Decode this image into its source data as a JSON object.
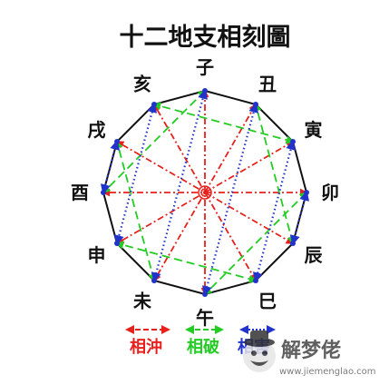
{
  "title": "十二地支相刻圖",
  "branches": [
    "子",
    "丑",
    "寅",
    "卯",
    "辰",
    "巳",
    "午",
    "未",
    "申",
    "酉",
    "戌",
    "亥"
  ],
  "relations": {
    "chong": {
      "color": "#e8201c",
      "pairs": [
        [
          "子",
          "午"
        ],
        [
          "丑",
          "未"
        ],
        [
          "寅",
          "申"
        ],
        [
          "卯",
          "酉"
        ],
        [
          "辰",
          "戌"
        ],
        [
          "巳",
          "亥"
        ]
      ]
    },
    "po": {
      "color": "#22cc22",
      "pairs": [
        [
          "子",
          "酉"
        ],
        [
          "卯",
          "午"
        ],
        [
          "辰",
          "丑"
        ],
        [
          "未",
          "戌"
        ],
        [
          "寅",
          "亥"
        ],
        [
          "巳",
          "申"
        ]
      ]
    },
    "hai": {
      "color": "#2233cc",
      "pairs": [
        [
          "子",
          "未"
        ],
        [
          "丑",
          "午"
        ],
        [
          "寅",
          "巳"
        ],
        [
          "卯",
          "辰"
        ],
        [
          "申",
          "亥"
        ],
        [
          "酉",
          "戌"
        ]
      ]
    }
  },
  "legend": [
    {
      "label": "相沖",
      "color": "#e8201c",
      "icon": "double-arrow-icon"
    },
    {
      "label": "相破",
      "color": "#22cc22",
      "icon": "double-arrow-icon"
    },
    {
      "label": "相害",
      "color": "#2233cc",
      "icon": "double-arrow-icon"
    }
  ],
  "watermark": {
    "brand": "解梦佬",
    "url": "www.jiemenglao.com",
    "icon": "detective-icon"
  }
}
